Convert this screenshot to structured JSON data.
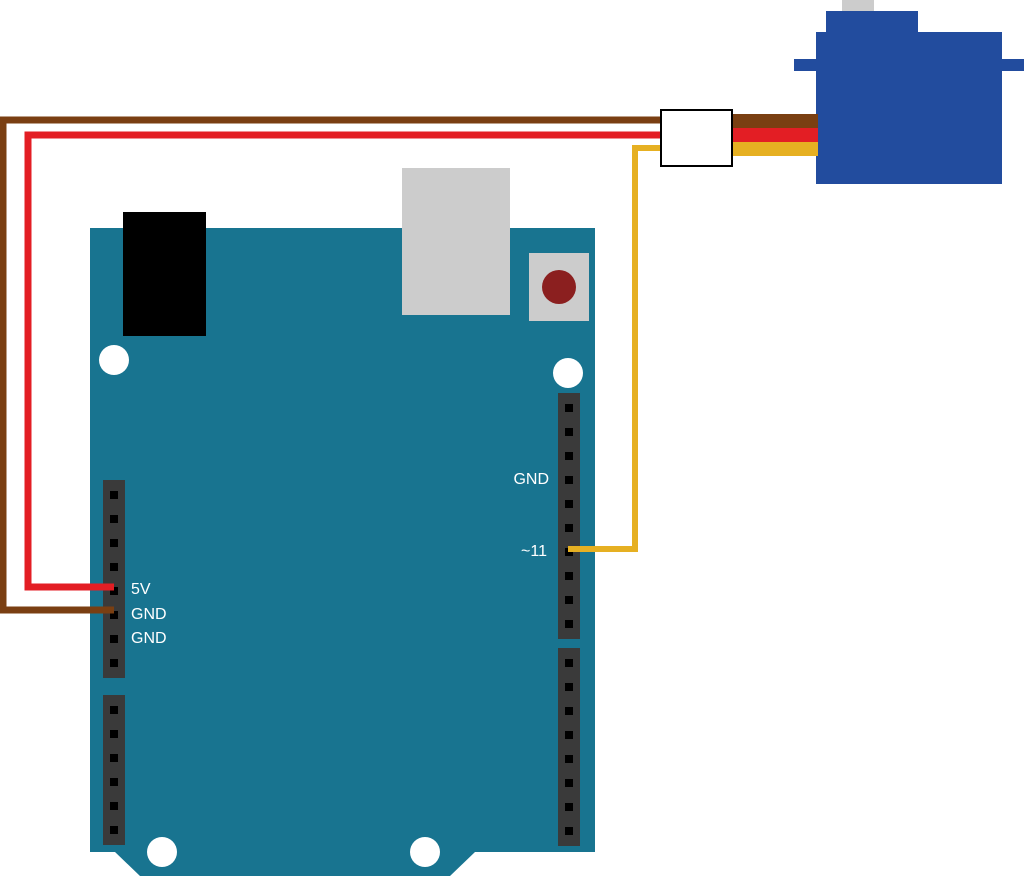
{
  "colors": {
    "background": "#ffffff",
    "board": "#187490",
    "header_block": "#3a3a3a",
    "header_pin": "#000000",
    "power_jack": "#000000",
    "usb_connector": "#cccccc",
    "reset_pad": "#cccccc",
    "reset_button": "#8b1f1f",
    "mount_hole": "#ffffff",
    "servo_body": "#224c9e",
    "servo_shaft": "#cccccc",
    "servo_plug": "#ffffff",
    "wire_ground": "#7a3f12",
    "wire_power": "#e31e24",
    "wire_signal": "#e6b022"
  },
  "board": {
    "left_header": {
      "pin_labels": [
        "5V",
        "GND",
        "GND"
      ]
    },
    "right_header": {
      "pin_labels": [
        "GND",
        "~11"
      ]
    }
  },
  "wires": [
    {
      "name": "ground",
      "from": "servo",
      "to": "GND",
      "color": "#7a3f12"
    },
    {
      "name": "power",
      "from": "servo",
      "to": "5V",
      "color": "#e31e24"
    },
    {
      "name": "signal",
      "from": "servo",
      "to": "~11",
      "color": "#e6b022"
    }
  ]
}
